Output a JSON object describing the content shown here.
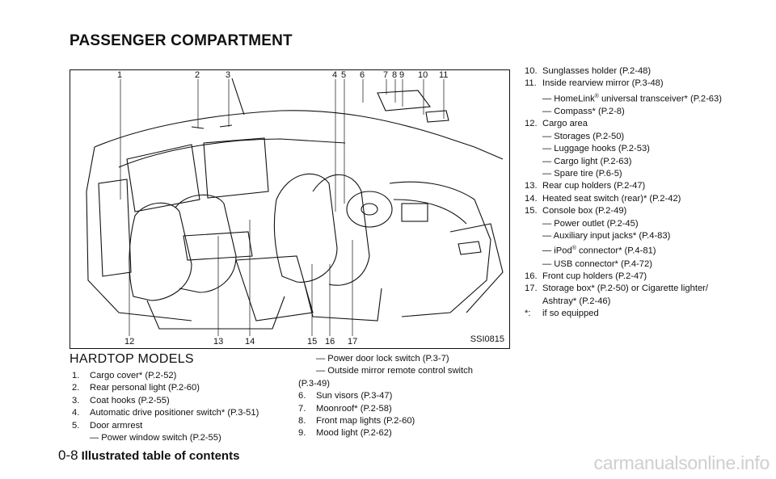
{
  "page_heading": "PASSENGER COMPARTMENT",
  "figure": {
    "callouts": [
      "1",
      "2",
      "3",
      "4",
      "5",
      "6",
      "7",
      "8",
      "9",
      "10",
      "11",
      "12",
      "13",
      "14",
      "15",
      "16",
      "17"
    ],
    "figure_id": "SSI0815"
  },
  "subheading": "HARDTOP MODELS",
  "col1": {
    "items": [
      {
        "num": "1.",
        "text": "Cargo cover* (P.2-52)"
      },
      {
        "num": "2.",
        "text": "Rear personal light (P.2-60)"
      },
      {
        "num": "3.",
        "text": "Coat hooks (P.2-55)"
      },
      {
        "num": "4.",
        "text": "Automatic drive positioner switch* (P.3-51)"
      },
      {
        "num": "5.",
        "text": "Door armrest"
      }
    ],
    "sub": "— Power window switch (P.2-55)"
  },
  "col2": {
    "subs": [
      "— Power door lock switch (P.3-7)",
      "— Outside mirror remote control switch",
      "(P.3-49)"
    ],
    "items": [
      {
        "num": "6.",
        "text": "Sun visors (P.3-47)"
      },
      {
        "num": "7.",
        "text": "Moonroof* (P.2-58)"
      },
      {
        "num": "8.",
        "text": "Front map lights (P.2-60)"
      },
      {
        "num": "9.",
        "text": "Mood light (P.2-62)"
      }
    ]
  },
  "col3": {
    "i10": {
      "num": "10.",
      "text": "Sunglasses holder (P.2-48)"
    },
    "i11": {
      "num": "11.",
      "text": "Inside rearview mirror (P.3-48)"
    },
    "i11_sub1_pre": "— HomeLink",
    "i11_sub1_sup": "®",
    "i11_sub1_post": " universal transceiver* (P.2-63)",
    "i11_sub2": "— Compass* (P.2-8)",
    "i12": {
      "num": "12.",
      "text": "Cargo area"
    },
    "i12_subs": [
      "— Storages (P.2-50)",
      "— Luggage hooks (P.2-53)",
      "— Cargo light (P.2-63)",
      "— Spare tire (P.6-5)"
    ],
    "i13": {
      "num": "13.",
      "text": "Rear cup holders (P.2-47)"
    },
    "i14": {
      "num": "14.",
      "text": "Heated seat switch (rear)* (P.2-42)"
    },
    "i15": {
      "num": "15.",
      "text": "Console box (P.2-49)"
    },
    "i15_sub1": "— Power outlet (P.2-45)",
    "i15_sub2": "— Auxiliary input jacks* (P.4-83)",
    "i15_sub3_pre": "— iPod",
    "i15_sub3_sup": "®",
    "i15_sub3_post": " connector* (P.4-81)",
    "i15_sub4": "— USB connector* (P.4-72)",
    "i16": {
      "num": "16.",
      "text": "Front cup holders (P.2-47)"
    },
    "i17": {
      "num": "17.",
      "text": "Storage box* (P.2-50) or Cigarette lighter/"
    },
    "i17_cont": "Ashtray* (P.2-46)",
    "note": {
      "num": "*:",
      "text": "if so equipped"
    }
  },
  "footer": {
    "page": "0-8",
    "title": "Illustrated table of contents"
  },
  "watermark": "carmanualsonline.info"
}
